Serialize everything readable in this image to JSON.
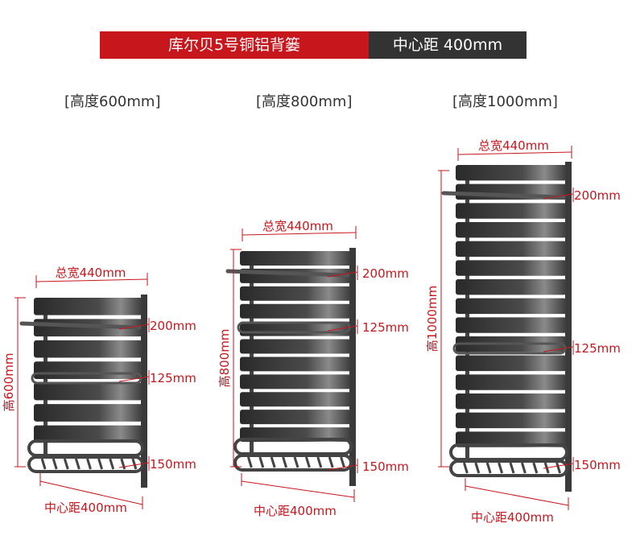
{
  "header": {
    "product_title": "库尔贝5号铜铝背篓",
    "center_distance": "中心距 400mm"
  },
  "colors": {
    "accent_red": "#c8161d",
    "dark": "#333333"
  },
  "models": [
    {
      "title": "[高度600mm]",
      "width_label": "总宽440mm",
      "height_label": "高600mm",
      "center_label": "中心距400mm",
      "rack_labels": [
        "200mm",
        "125mm",
        "150mm"
      ]
    },
    {
      "title": "[高度800mm]",
      "width_label": "总宽440mm",
      "height_label": "高800mm",
      "center_label": "中心距400mm",
      "rack_labels": [
        "200mm",
        "125mm",
        "150mm"
      ]
    },
    {
      "title": "[高度1000mm]",
      "width_label": "总宽440mm",
      "height_label": "高1000mm",
      "center_label": "中心距400mm",
      "rack_labels": [
        "200mm",
        "125mm",
        "150mm"
      ]
    }
  ]
}
